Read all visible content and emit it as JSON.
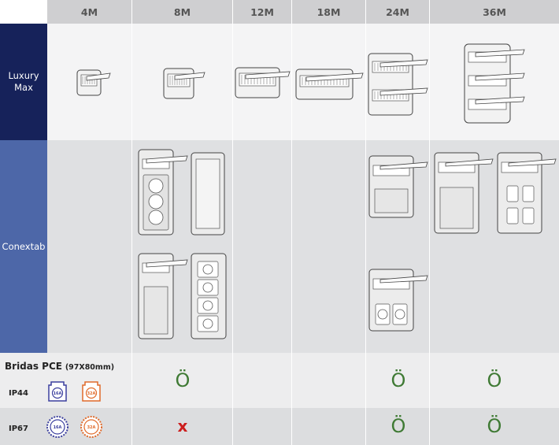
{
  "columns": [
    "4M",
    "8M",
    "12M",
    "18M",
    "24M",
    "36M"
  ],
  "rows": {
    "luxury_max": "Luxury Max",
    "conextab": "Conextab"
  },
  "bridas": {
    "title": "Bridas PCE",
    "dims": "(97X80mm)",
    "ip44": "IP44",
    "ip67": "IP67",
    "socket_16a": "16A",
    "socket_32a": "32A"
  },
  "marks": {
    "check": "Ö",
    "cross": "x"
  },
  "colors": {
    "luxury_bg": "#16225a",
    "conextab_bg": "#4d67a8",
    "check": "#3f7a34",
    "cross": "#cc1e1e",
    "socket_16a": "#3b3f9e",
    "socket_32a": "#e06a2a"
  }
}
